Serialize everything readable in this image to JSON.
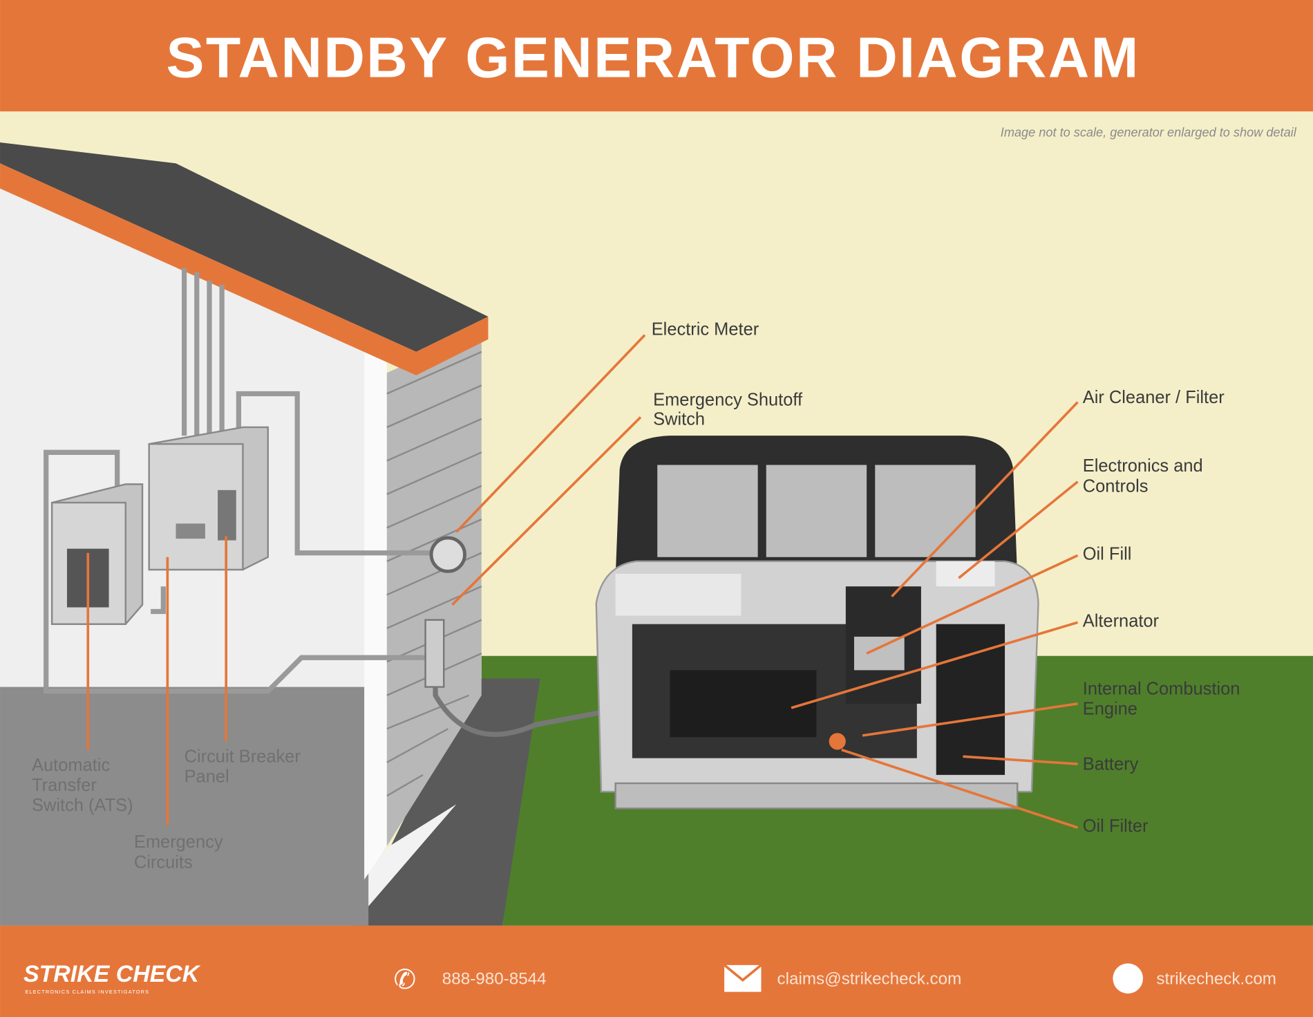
{
  "header": {
    "title": "STANDBY GENERATOR DIAGRAM"
  },
  "note": "Image not to scale, generator enlarged to show detail",
  "labels": {
    "electric_meter": "Electric Meter",
    "shutoff_1": "Emergency Shutoff",
    "shutoff_2": "Switch",
    "air_cleaner": "Air Cleaner /  Filter",
    "electronics_1": "Electronics and",
    "electronics_2": "Controls",
    "oil_fill": "Oil Fill",
    "alternator": "Alternator",
    "engine_1": "Internal Combustion",
    "engine_2": "Engine",
    "battery": "Battery",
    "oil_filter": "Oil Filter",
    "ats_1": "Automatic",
    "ats_2": "Transfer",
    "ats_3": "Switch (ATS)",
    "breaker_1": "Circuit Breaker",
    "breaker_2": "Panel",
    "circuits_1": "Emergency",
    "circuits_2": "Circuits"
  },
  "footer": {
    "logo": "STRIKE CHECK",
    "logo_tagline": "ELECTRONICS CLAIMS INVESTIGATORS",
    "phone": "888-980-8544",
    "email": "claims@strikecheck.com",
    "website": "strikecheck.com"
  },
  "colors": {
    "accent": "#E5763A",
    "sky": "#F4EFC9",
    "grass": "#4F7F2B"
  }
}
